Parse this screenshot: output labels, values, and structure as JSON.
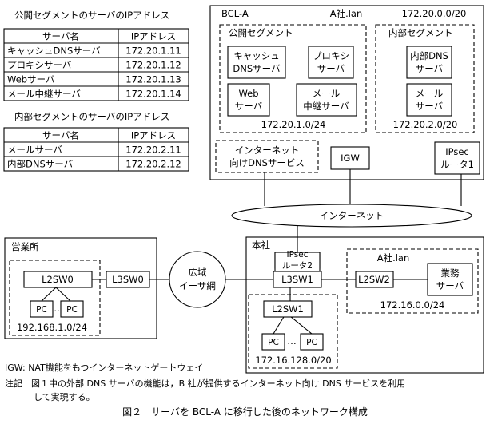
{
  "public_table": {
    "title": "公開セグメントのサーバのIPアドレス",
    "header": [
      "サーバ名",
      "IPアドレス"
    ],
    "rows": [
      [
        "キャッシュDNSサーバ",
        "172.20.1.11"
      ],
      [
        "プロキシサーバ",
        "172.20.1.12"
      ],
      [
        "Webサーバ",
        "172.20.1.13"
      ],
      [
        "メール中継サーバ",
        "172.20.1.14"
      ]
    ]
  },
  "internal_table": {
    "title": "内部セグメントのサーバのIPアドレス",
    "header": [
      "サーバ名",
      "IPアドレス"
    ],
    "rows": [
      [
        "メールサーバ",
        "172.20.2.11"
      ],
      [
        "内部DNSサーバ",
        "172.20.2.12"
      ]
    ]
  },
  "bcl": {
    "label": "BCL-A",
    "domain": "A社.lan",
    "network": "172.20.0.0/20",
    "public_segment": {
      "label": "公開セグメント",
      "subnet": "172.20.1.0/24",
      "servers": [
        [
          "キャッシュ",
          "DNSサーバ"
        ],
        [
          "プロキシ",
          "サーバ"
        ],
        [
          "Web",
          "サーバ"
        ],
        [
          "メール",
          "中継サーバ"
        ]
      ]
    },
    "internal_segment": {
      "label": "内部セグメント",
      "subnet": "172.20.2.0/20",
      "servers": [
        [
          "内部DNS",
          "サーバ"
        ],
        [
          "メール",
          "サーバ"
        ]
      ]
    },
    "dns_service": [
      "インターネット",
      "向けDNSサービス"
    ],
    "igw": "IGW",
    "ipsec1": [
      "IPsec",
      "ルータ1"
    ]
  },
  "internet": "インターネット",
  "branch": {
    "label": "営業所",
    "l2sw": "L2SW0",
    "pc": "PC",
    "ellipsis": "…",
    "subnet": "192.168.1.0/24",
    "l3sw": "L3SW0"
  },
  "wan": [
    "広域",
    "イーサ網"
  ],
  "hq": {
    "label": "本社",
    "ipsec2": [
      "IPsec",
      "ルータ2"
    ],
    "l3sw": "L3SW1",
    "l2sw1": "L2SW1",
    "pc": "PC",
    "ellipsis": "…",
    "pc_subnet": "172.16.128.0/20",
    "domain": "A社.lan",
    "l2sw2": "L2SW2",
    "business": [
      "業務",
      "サーバ"
    ],
    "server_subnet": "172.16.0.0/24"
  },
  "notes": {
    "igw": "IGW: NAT機能をもつインターネットゲートウェイ",
    "note1": "注記　図１中の外部 DNS サーバの機能は，B 社が提供するインターネット向け DNS サービスを利用",
    "note2": "して実現する。"
  },
  "caption": "図２　サーバを BCL-A に移行した後のネットワーク構成"
}
